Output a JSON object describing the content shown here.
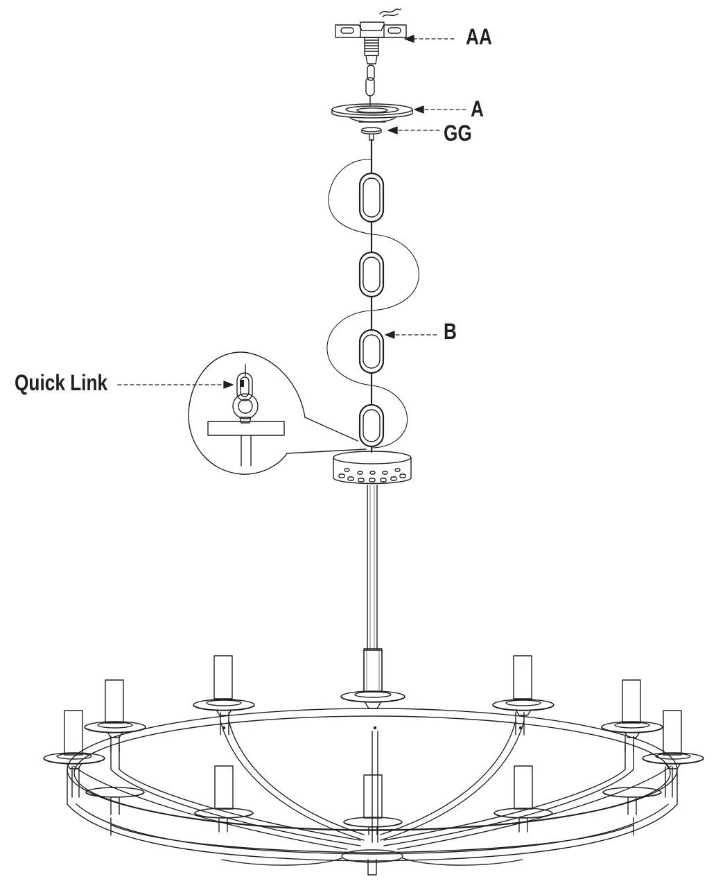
{
  "labels": {
    "aa": "AA",
    "a": "A",
    "gg": "GG",
    "b": "B",
    "quick_link": "Quick Link"
  },
  "colors": {
    "line": "#231f20",
    "background": "#ffffff"
  }
}
